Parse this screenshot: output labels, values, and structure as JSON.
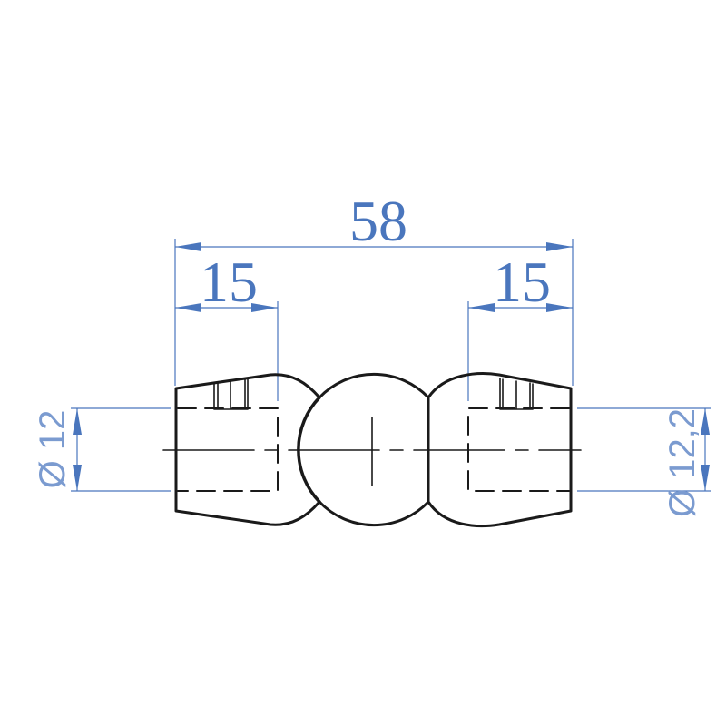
{
  "drawing": {
    "type": "technical-drawing",
    "subject": "swivel ball joint connector",
    "colors": {
      "outline": "#1a1a1a",
      "dimension": "#4a76bd",
      "diameter_label": "#7b9bd0",
      "background": "#ffffff"
    },
    "dimensions": {
      "overall_length": {
        "label": "58",
        "value": 58
      },
      "left_bore_depth": {
        "label": "15",
        "value": 15
      },
      "right_bore_depth": {
        "label": "15",
        "value": 15
      },
      "left_bore_diameter": {
        "label": "Ø 12",
        "value": 12
      },
      "right_bore_diameter": {
        "label": "Ø 12,2",
        "value": 12.2
      }
    },
    "parts": [
      "left-sleeve",
      "center-ball",
      "right-sleeve",
      "left-set-screw",
      "right-set-screw",
      "centerline"
    ]
  }
}
